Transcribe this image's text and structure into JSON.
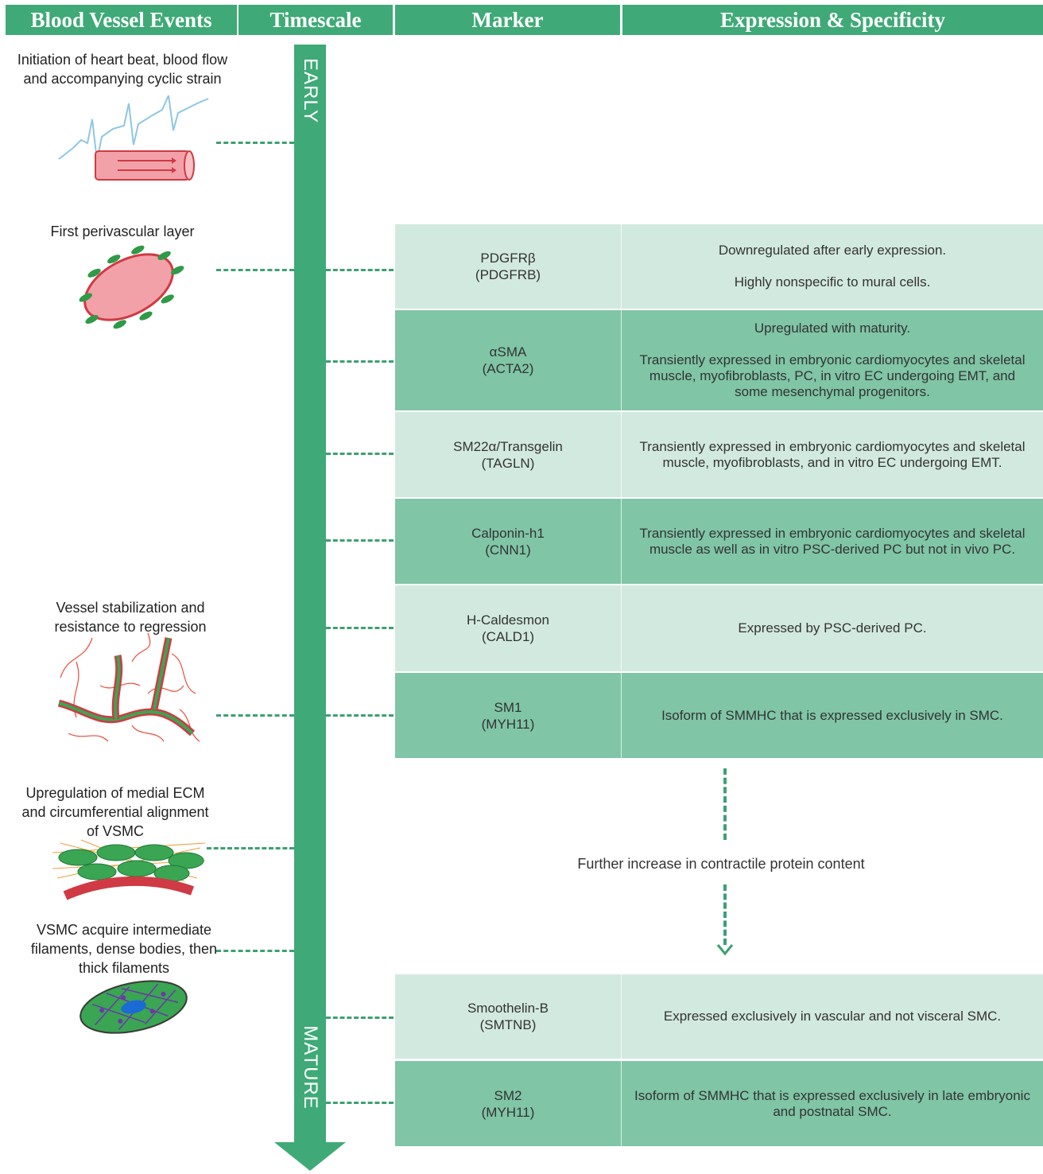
{
  "headers": {
    "events": "Blood Vessel Events",
    "timescale": "Timescale",
    "marker": "Marker",
    "expression": "Expression & Specificity"
  },
  "timeline": {
    "start": "EARLY",
    "end": "MATURE"
  },
  "events": [
    {
      "label": "Initiation of heart beat, blood flow and accompanying cyclic strain",
      "icon": "heartbeat-vessel-icon"
    },
    {
      "label": "First perivascular layer",
      "icon": "perivascular-layer-icon"
    },
    {
      "label": "Vessel stabilization and resistance to regression",
      "icon": "branching-vessels-icon"
    },
    {
      "label": "Upregulation of medial ECM and circumferential alignment of VSMC",
      "icon": "aligned-vsmc-icon"
    },
    {
      "label": "VSMC acquire intermediate filaments, dense bodies, then thick filaments",
      "icon": "vsmc-cell-icon"
    }
  ],
  "markers": [
    {
      "name": "PDGFRβ",
      "gene": "(PDGFRB)",
      "expression": [
        "Downregulated after early expression.",
        "Highly nonspecific to mural cells."
      ]
    },
    {
      "name": "αSMA",
      "gene": "(ACTA2)",
      "expression": [
        "Upregulated with maturity.",
        "Transiently expressed in embryonic cardiomyocytes and skeletal muscle, myofibroblasts, PC, in vitro EC undergoing EMT, and some mesenchymal progenitors."
      ]
    },
    {
      "name": "SM22α/Transgelin",
      "gene": "(TAGLN)",
      "expression": [
        "Transiently expressed in embryonic cardiomyocytes and skeletal muscle, myofibroblasts, and in vitro EC undergoing EMT."
      ]
    },
    {
      "name": "Calponin-h1",
      "gene": "(CNN1)",
      "expression": [
        "Transiently expressed in embryonic cardiomyocytes and skeletal muscle as well as in vitro PSC-derived PC but not in vivo PC."
      ]
    },
    {
      "name": "H-Caldesmon",
      "gene": "(CALD1)",
      "expression": [
        "Expressed by PSC-derived PC."
      ]
    },
    {
      "name": "SM1",
      "gene": "(MYH11)",
      "expression": [
        "Isoform of SMMHC that is expressed exclusively in SMC."
      ]
    },
    {
      "name": "Smoothelin-B",
      "gene": "(SMTNB)",
      "expression": [
        "Expressed exclusively in vascular and not visceral SMC."
      ]
    },
    {
      "name": "SM2",
      "gene": "(MYH11)",
      "expression": [
        "Isoform of SMMHC that is expressed exclusively in late embryonic and postnatal SMC."
      ]
    }
  ],
  "transition": "Further increase in contractile protein content",
  "colors": {
    "header": "#3faa77",
    "arrow": "#3faa77",
    "row_light": "#d2e9df",
    "row_dark": "#7fc5a6",
    "dash": "#3f9f73"
  }
}
